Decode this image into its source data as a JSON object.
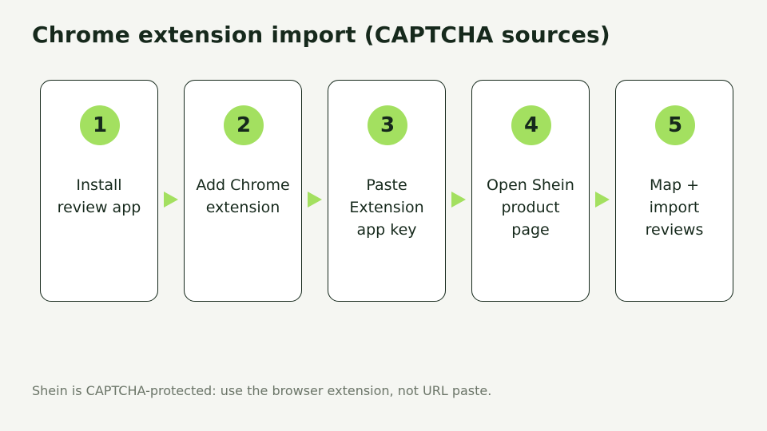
{
  "title": "Chrome extension import (CAPTCHA sources)",
  "steps": [
    {
      "number": "1",
      "label": "Install\nreview app"
    },
    {
      "number": "2",
      "label": "Add Chrome\nextension"
    },
    {
      "number": "3",
      "label": "Paste\nExtension\napp key"
    },
    {
      "number": "4",
      "label": "Open Shein\nproduct\npage"
    },
    {
      "number": "5",
      "label": "Map +\nimport\nreviews"
    }
  ],
  "footnote": "Shein is CAPTCHA-protected: use the browser extension, not URL paste.",
  "colors": {
    "background": "#f5f6f2",
    "text": "#16291c",
    "accent": "#a3e060",
    "card": "#ffffff",
    "muted": "#6b7568"
  }
}
